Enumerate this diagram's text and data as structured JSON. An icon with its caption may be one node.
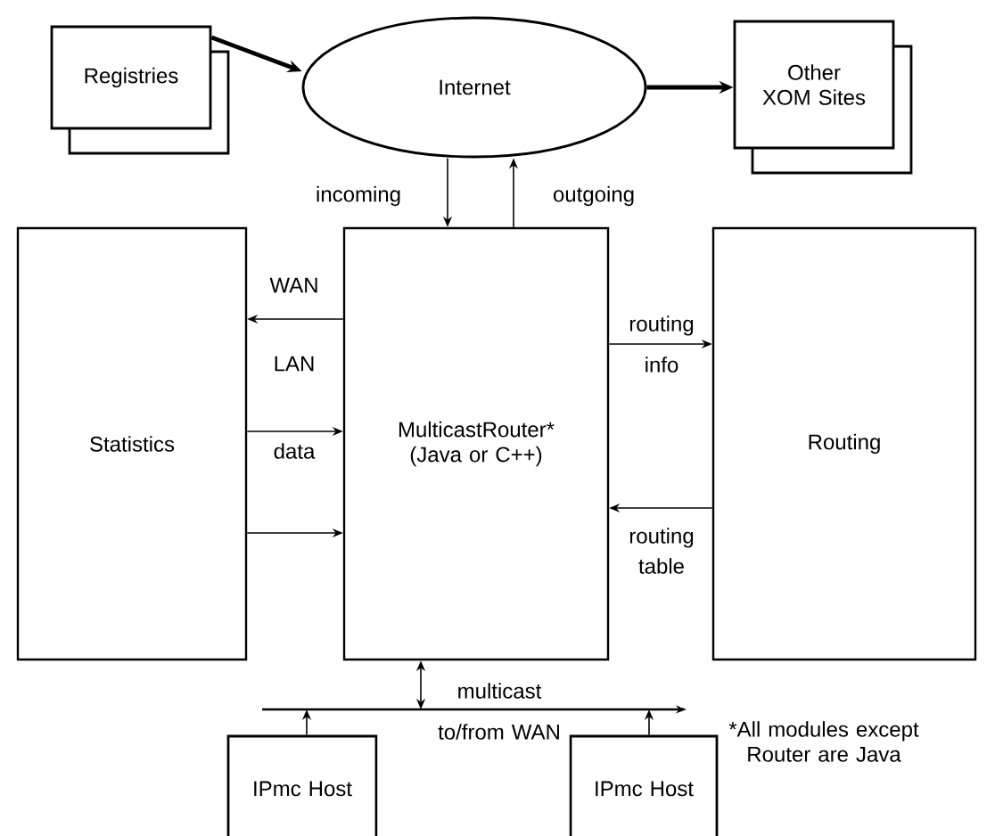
{
  "diagram": {
    "nodes": [
      {
        "text": [
          "Registries"
        ]
      },
      {
        "text": [
          "Internet"
        ]
      },
      {
        "text": [
          "Other XOM Sites"
        ]
      },
      {
        "text": [
          "Statistics"
        ]
      },
      {
        "text": [
          "MulticastRouter* (Java or C++)"
        ]
      },
      {
        "text": [
          "Routing"
        ]
      },
      {
        "text": [],
        "shape": "bar"
      },
      {
        "text": [
          "IPmc Host"
        ]
      },
      {
        "text": [
          "IPmc Host"
        ]
      }
    ],
    "edges": [
      {
        "from": 0,
        "to": 1,
        "arrow": "to",
        "style": "thick"
      },
      {
        "from": 1,
        "to": 2,
        "arrow": "to",
        "style": "thick"
      },
      {
        "from": 1,
        "to": 4,
        "arrow": "to",
        "label": "incoming"
      },
      {
        "from": 4,
        "to": 1,
        "arrow": "to",
        "label": "outgoing"
      },
      {
        "from": 4,
        "to": 3,
        "arrow": "to",
        "label": "WAN"
      },
      {
        "from": 3,
        "to": 4,
        "arrow": "to",
        "label": "LAN"
      },
      {
        "from": 3,
        "to": 4,
        "arrow": "to"
      },
      {
        "from": 4,
        "to": 5,
        "arrow": "to",
        "label": "routing info"
      },
      {
        "from": 5,
        "to": 4,
        "arrow": "to",
        "label": "routing table"
      },
      {
        "from": 4,
        "to": 6,
        "arrow": "both",
        "label": "multicast to/from WAN"
      },
      {
        "from": 7,
        "to": 6,
        "arrow": "to"
      },
      {
        "from": 8,
        "to": 6,
        "arrow": "to"
      }
    ],
    "labels": [
      "data",
      "*All modules except Router are Java"
    ]
  }
}
